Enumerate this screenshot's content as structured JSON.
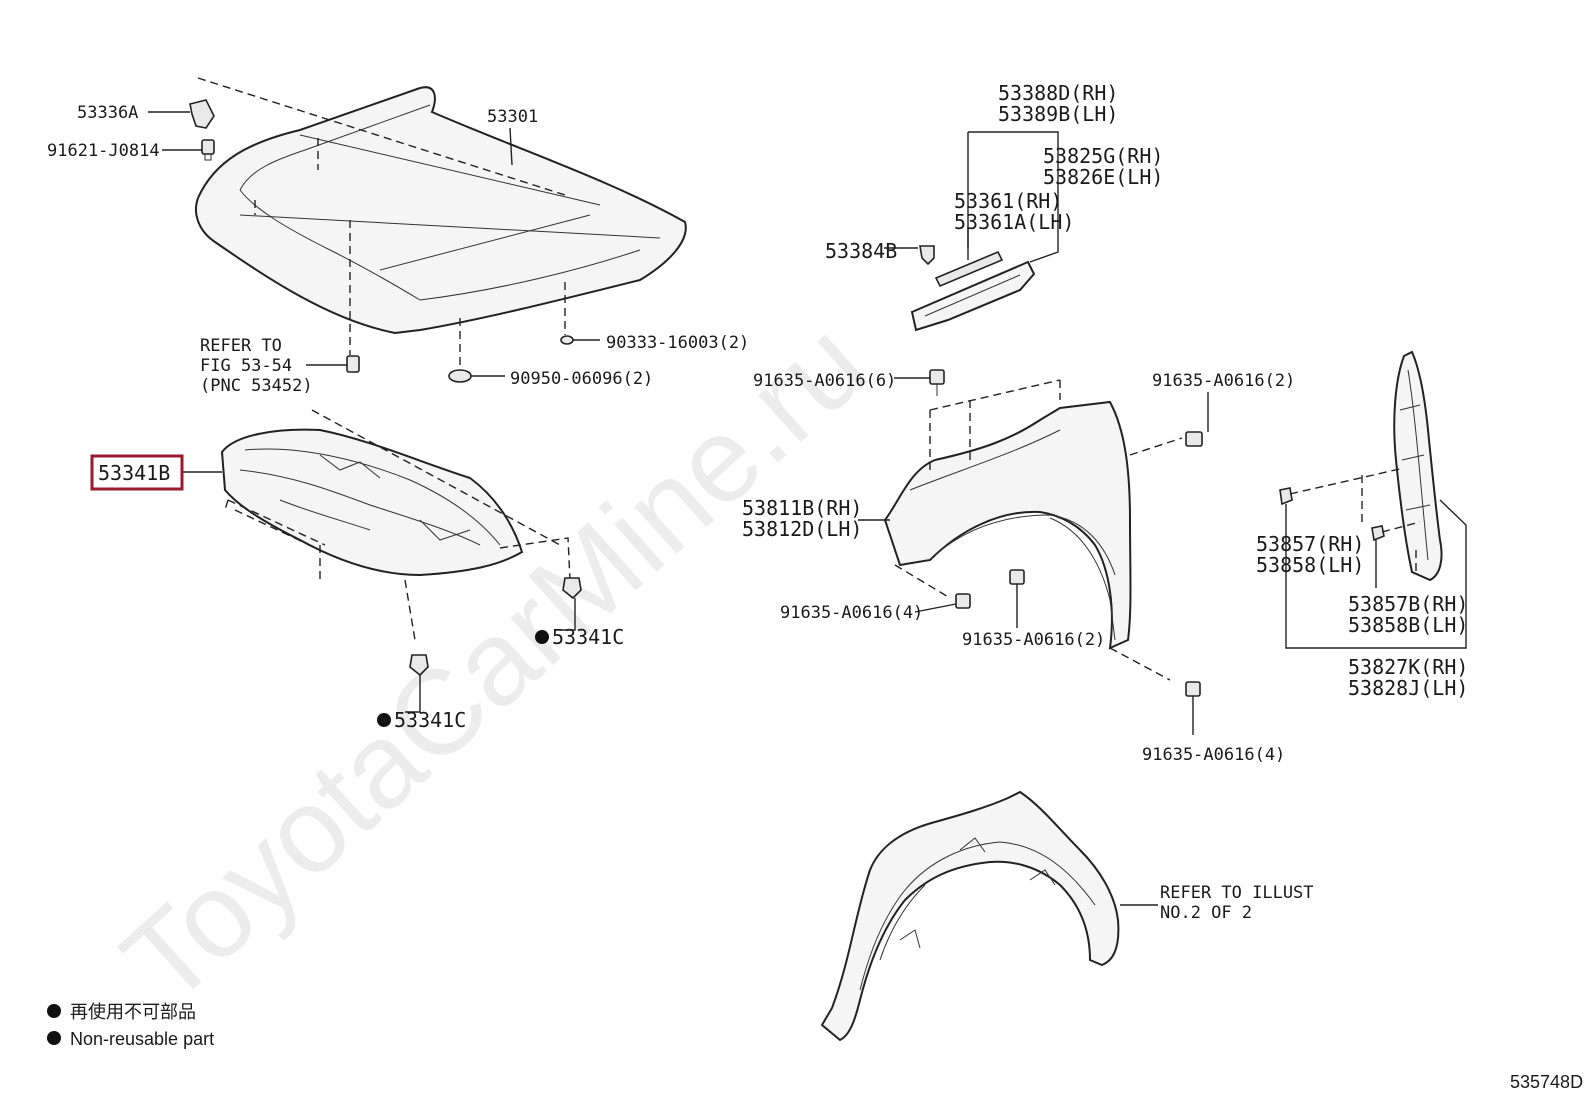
{
  "watermark": "ToyotaCarMine.ru",
  "labels": {
    "p53336a": "53336A",
    "p91621": "91621-J0814",
    "p53301": "53301",
    "refer_line1": "REFER TO",
    "refer_line2": "FIG 53-54",
    "refer_line3": "(PNC 53452)",
    "p90333": "90333-16003(2)",
    "p90950": "90950-06096(2)",
    "p53341b": "53341B",
    "p53341c_a": "53341C",
    "p53341c_b": "53341C",
    "p53388d": "53388D(RH)",
    "p53389b": "53389B(LH)",
    "p53825g": "53825G(RH)",
    "p53826e": "53826E(LH)",
    "p53361": "53361(RH)",
    "p53361a": "53361A(LH)",
    "p53384b": "53384B",
    "p91635_6": "91635-A0616(6)",
    "p91635_2a": "91635-A0616(2)",
    "p53811b": "53811B(RH)",
    "p53812d": "53812D(LH)",
    "p91635_4a": "91635-A0616(4)",
    "p91635_2b": "91635-A0616(2)",
    "p91635_4b": "91635-A0616(4)",
    "p53857": "53857(RH)",
    "p53858": "53858(LH)",
    "p53857b": "53857B(RH)",
    "p53858b": "53858B(LH)",
    "p53827k": "53827K(RH)",
    "p53828j": "53828J(LH)",
    "refer_illust1": "REFER TO ILLUST",
    "refer_illust2": "NO.2 OF 2"
  },
  "highlighted_part": "53341B",
  "legend": {
    "jp": "再使用不可部品",
    "en": "Non-reusable part"
  },
  "figure_code": "535748D",
  "colors": {
    "highlight": "#9a1b2f",
    "ink": "#222222",
    "part_fill": "#f5f5f5"
  }
}
